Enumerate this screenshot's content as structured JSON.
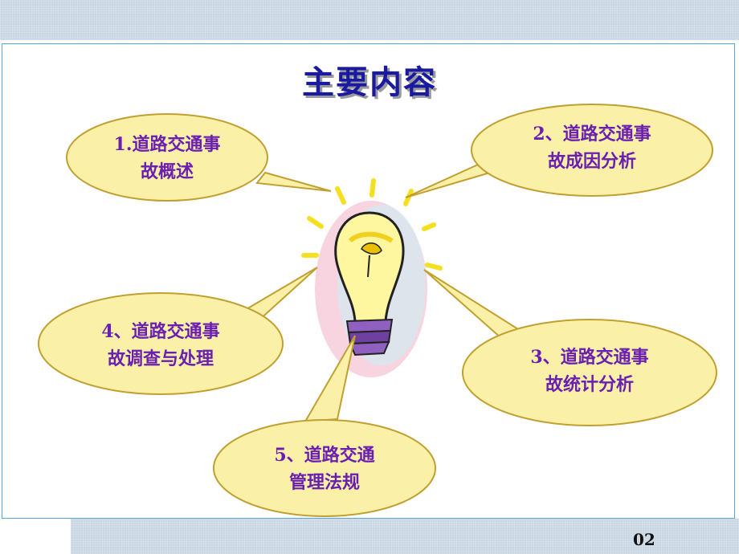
{
  "slide": {
    "title": "主要内容",
    "page_number": "02",
    "colors": {
      "title": "#1a1aa0",
      "bubble_fill": "#fbf0a8",
      "bubble_stroke": "#c0a030",
      "bubble_text": "#6a1fb0",
      "frame_border": "#55aadd"
    },
    "items": [
      {
        "line1": "1.道路交通事",
        "line2": "故概述"
      },
      {
        "line1": "2、道路交通事",
        "line2": "故成因分析"
      },
      {
        "line1": "4、道路交通事",
        "line2": "故调查与处理"
      },
      {
        "line1": "3、道路交通事",
        "line2": "故统计分析"
      },
      {
        "line1": "5、道路交通",
        "line2": "管理法规"
      }
    ],
    "icons": [
      "lightbulb-icon"
    ]
  }
}
